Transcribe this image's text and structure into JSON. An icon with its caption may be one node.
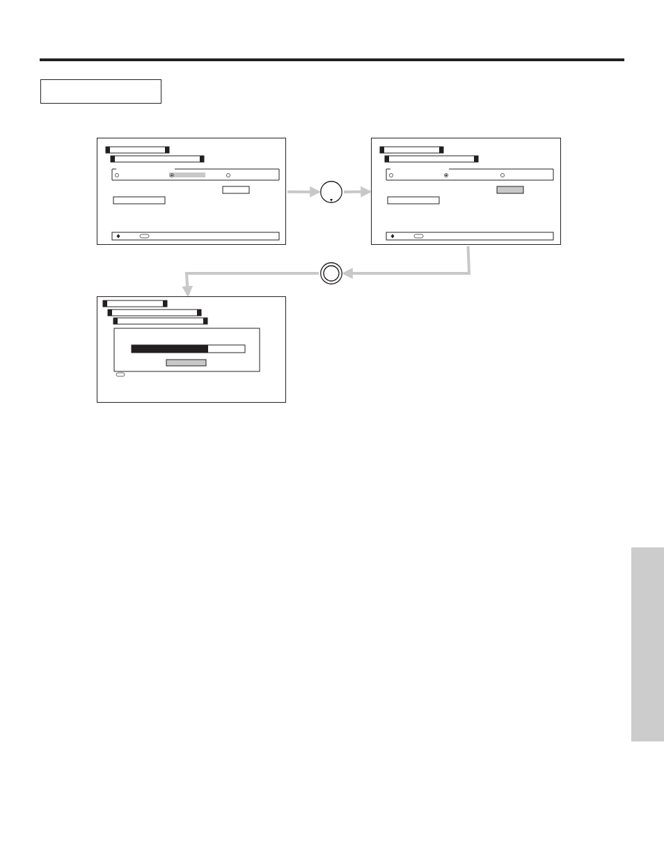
{
  "diagram": {
    "nodes": [
      {
        "text": [],
        "shape": "box"
      },
      {
        "text": [],
        "shape": "box"
      },
      {
        "text": [],
        "shape": "circle"
      },
      {
        "text": [],
        "shape": "box"
      },
      {
        "text": [],
        "shape": "circle"
      },
      {
        "text": [],
        "shape": "box"
      },
      {
        "text": [],
        "shape": "bar"
      }
    ],
    "edges": [
      {
        "from": 1,
        "to": 2,
        "arrow": "to"
      },
      {
        "from": 2,
        "to": 3,
        "arrow": "to"
      },
      {
        "from": 3,
        "to": 4,
        "arrow": "to"
      },
      {
        "from": 4,
        "to": 5,
        "arrow": "to"
      }
    ]
  }
}
